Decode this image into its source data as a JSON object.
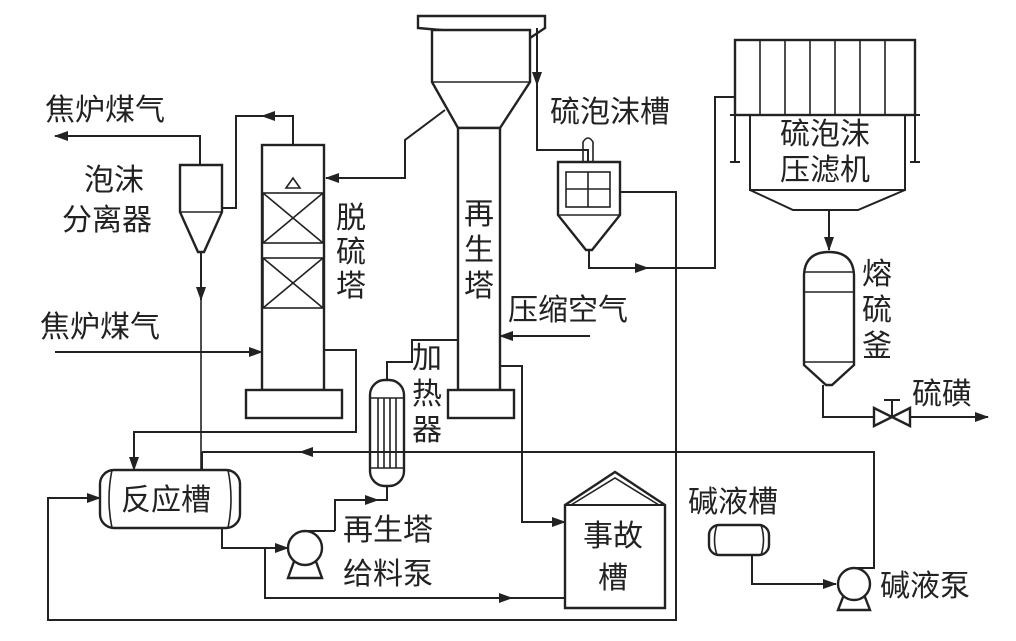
{
  "diagram": {
    "labels": {
      "coke_gas_out": "焦炉煤气",
      "coke_gas_in": "焦炉煤气",
      "foam_separator_1": "泡沫",
      "foam_separator_2": "分离器",
      "desulfur_tower_1": "脱",
      "desulfur_tower_2": "硫",
      "desulfur_tower_3": "塔",
      "regen_tower_1": "再",
      "regen_tower_2": "生",
      "regen_tower_3": "塔",
      "sulfur_foam_tank": "硫泡沫槽",
      "filter_press_1": "硫泡沫",
      "filter_press_2": "压滤机",
      "melting_kettle_1": "熔",
      "melting_kettle_2": "硫",
      "melting_kettle_3": "釜",
      "sulfur_product": "硫磺",
      "compressed_air": "压缩空气",
      "heater_1": "加",
      "heater_2": "热",
      "heater_3": "器",
      "reaction_tank": "反应槽",
      "regen_feed_pump_1": "再生塔",
      "regen_feed_pump_2": "给料泵",
      "accident_tank_1": "事故",
      "accident_tank_2": "槽",
      "alkali_tank": "碱液槽",
      "alkali_pump": "碱液泵"
    }
  }
}
